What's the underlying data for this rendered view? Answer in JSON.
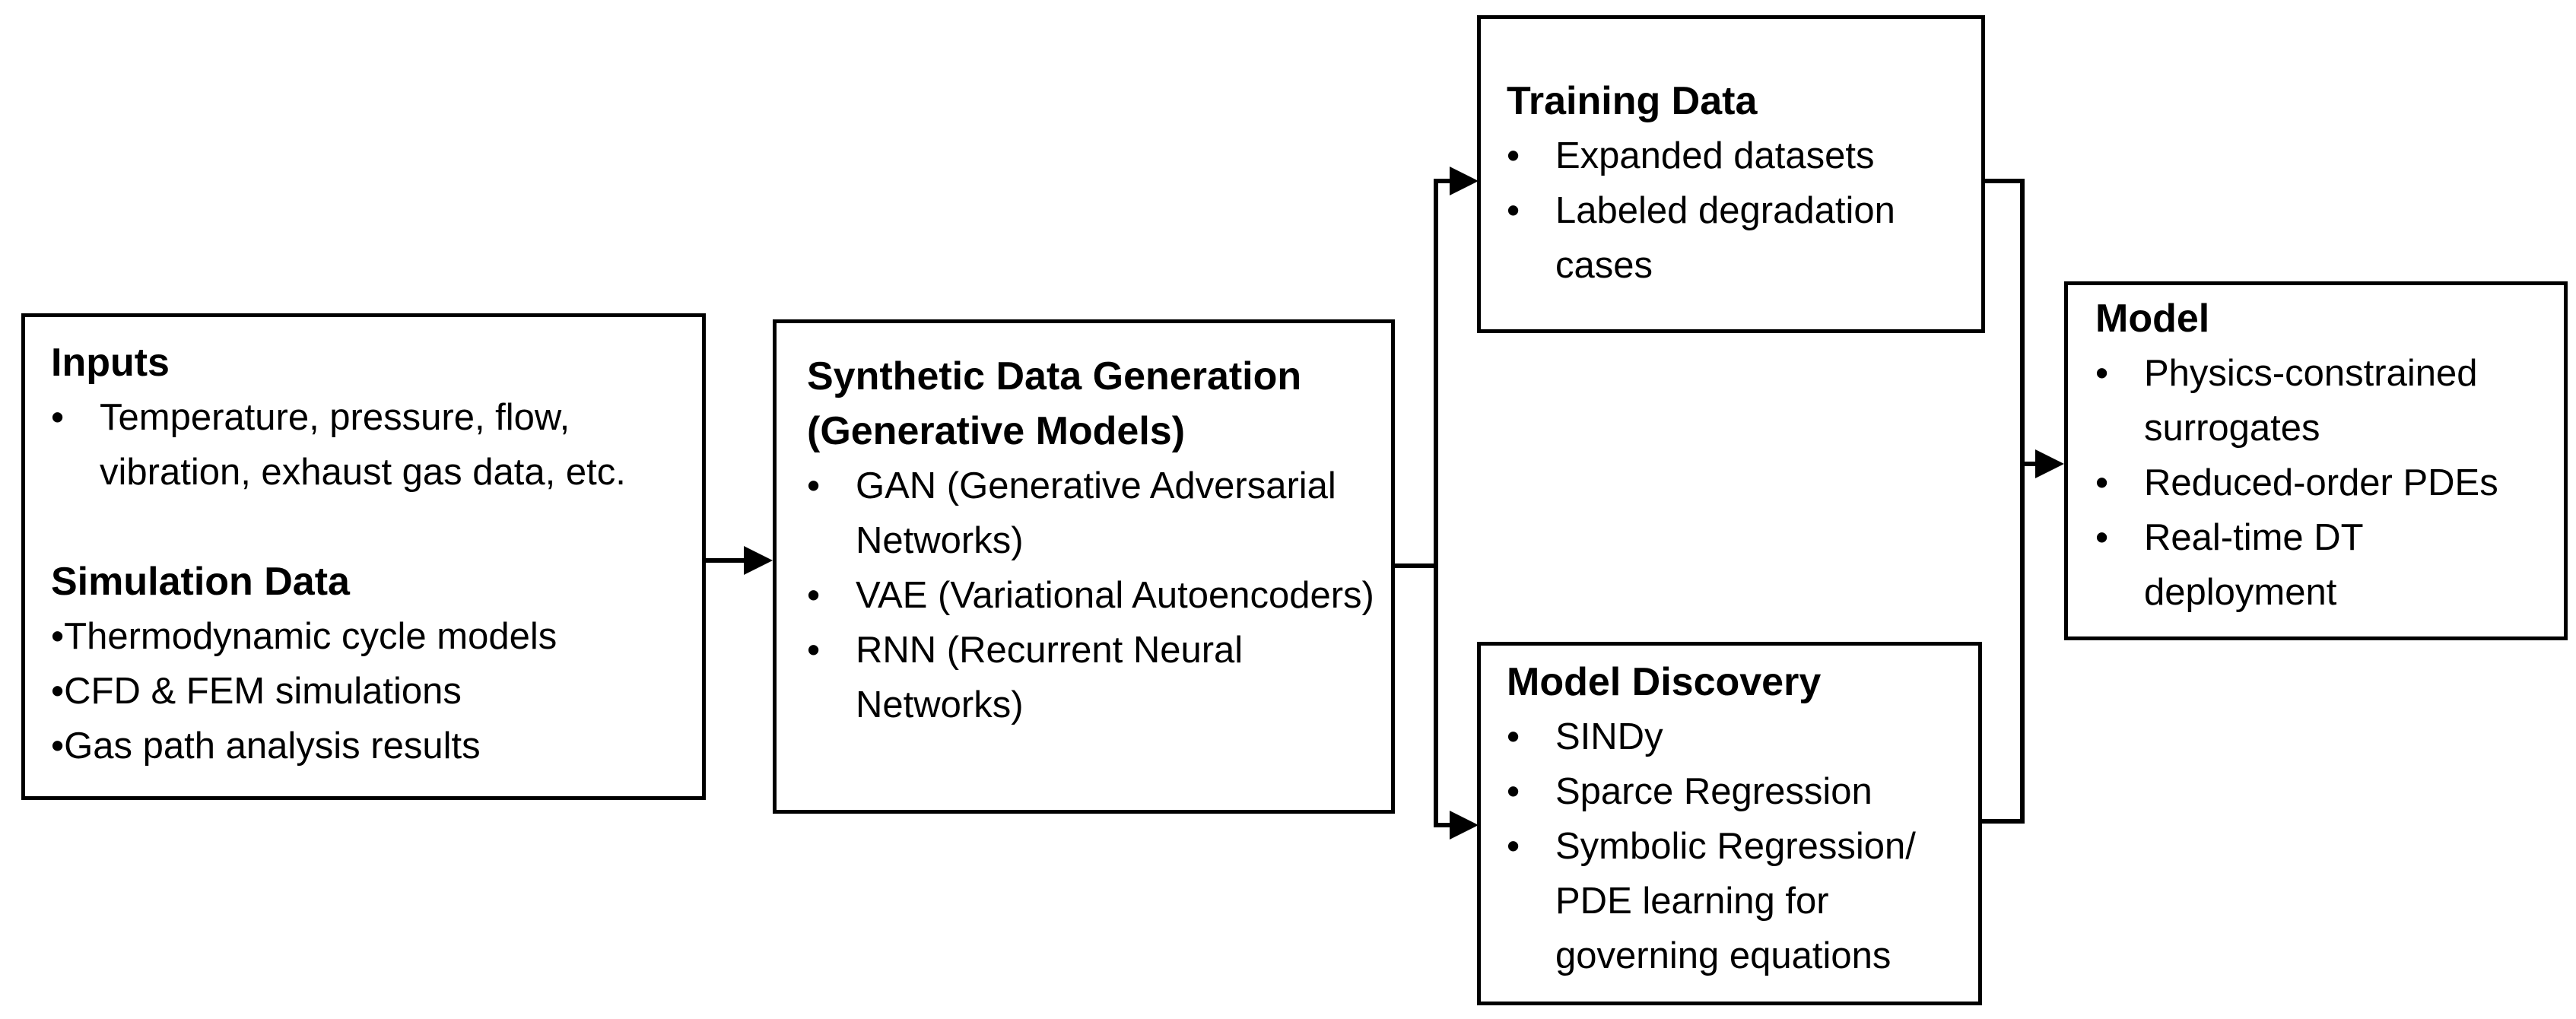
{
  "diagram_title": "Synthetic data generation and model discovery flowchart",
  "colors": {
    "background": "#ffffff",
    "box_border": "#000000",
    "text": "#000000",
    "connector": "#000000"
  },
  "boxes": {
    "inputs": {
      "sections": [
        {
          "title": "Inputs",
          "items": [
            {
              "bullet": "•",
              "text": "Temperature, pressure, flow, vibration, exhaust gas data, etc."
            }
          ]
        },
        {
          "title": "Simulation Data",
          "items": [
            {
              "bullet": "•",
              "text": "Thermodynamic cycle models"
            },
            {
              "bullet": "•",
              "text": "CFD & FEM simulations"
            },
            {
              "bullet": "•",
              "text": "Gas path analysis results"
            }
          ]
        }
      ]
    },
    "synthetic": {
      "title": "Synthetic Data Generation (Generative Models)",
      "items": [
        {
          "bullet": "•",
          "text": "GAN (Generative Adversarial Networks)"
        },
        {
          "bullet": "•",
          "text": "VAE (Variational Autoencoders)"
        },
        {
          "bullet": "•",
          "text": "RNN (Recurrent Neural Networks)"
        }
      ]
    },
    "training": {
      "title": "Training Data",
      "items": [
        {
          "bullet": "•",
          "text": "Expanded datasets"
        },
        {
          "bullet": "•",
          "text": "Labeled degradation cases"
        }
      ]
    },
    "discovery": {
      "title": "Model Discovery",
      "items": [
        {
          "bullet": "•",
          "text": "SINDy"
        },
        {
          "bullet": "•",
          "text": "Sparce Regression"
        },
        {
          "bullet": "•",
          "text": "Symbolic Regression/ PDE learning for governing equations"
        }
      ]
    },
    "model": {
      "title": "Model",
      "items": [
        {
          "bullet": "•",
          "text": "Physics-constrained surrogates"
        },
        {
          "bullet": "•",
          "text": "Reduced-order PDEs"
        },
        {
          "bullet": "•",
          "text": "Real-time DT deployment"
        }
      ]
    }
  }
}
